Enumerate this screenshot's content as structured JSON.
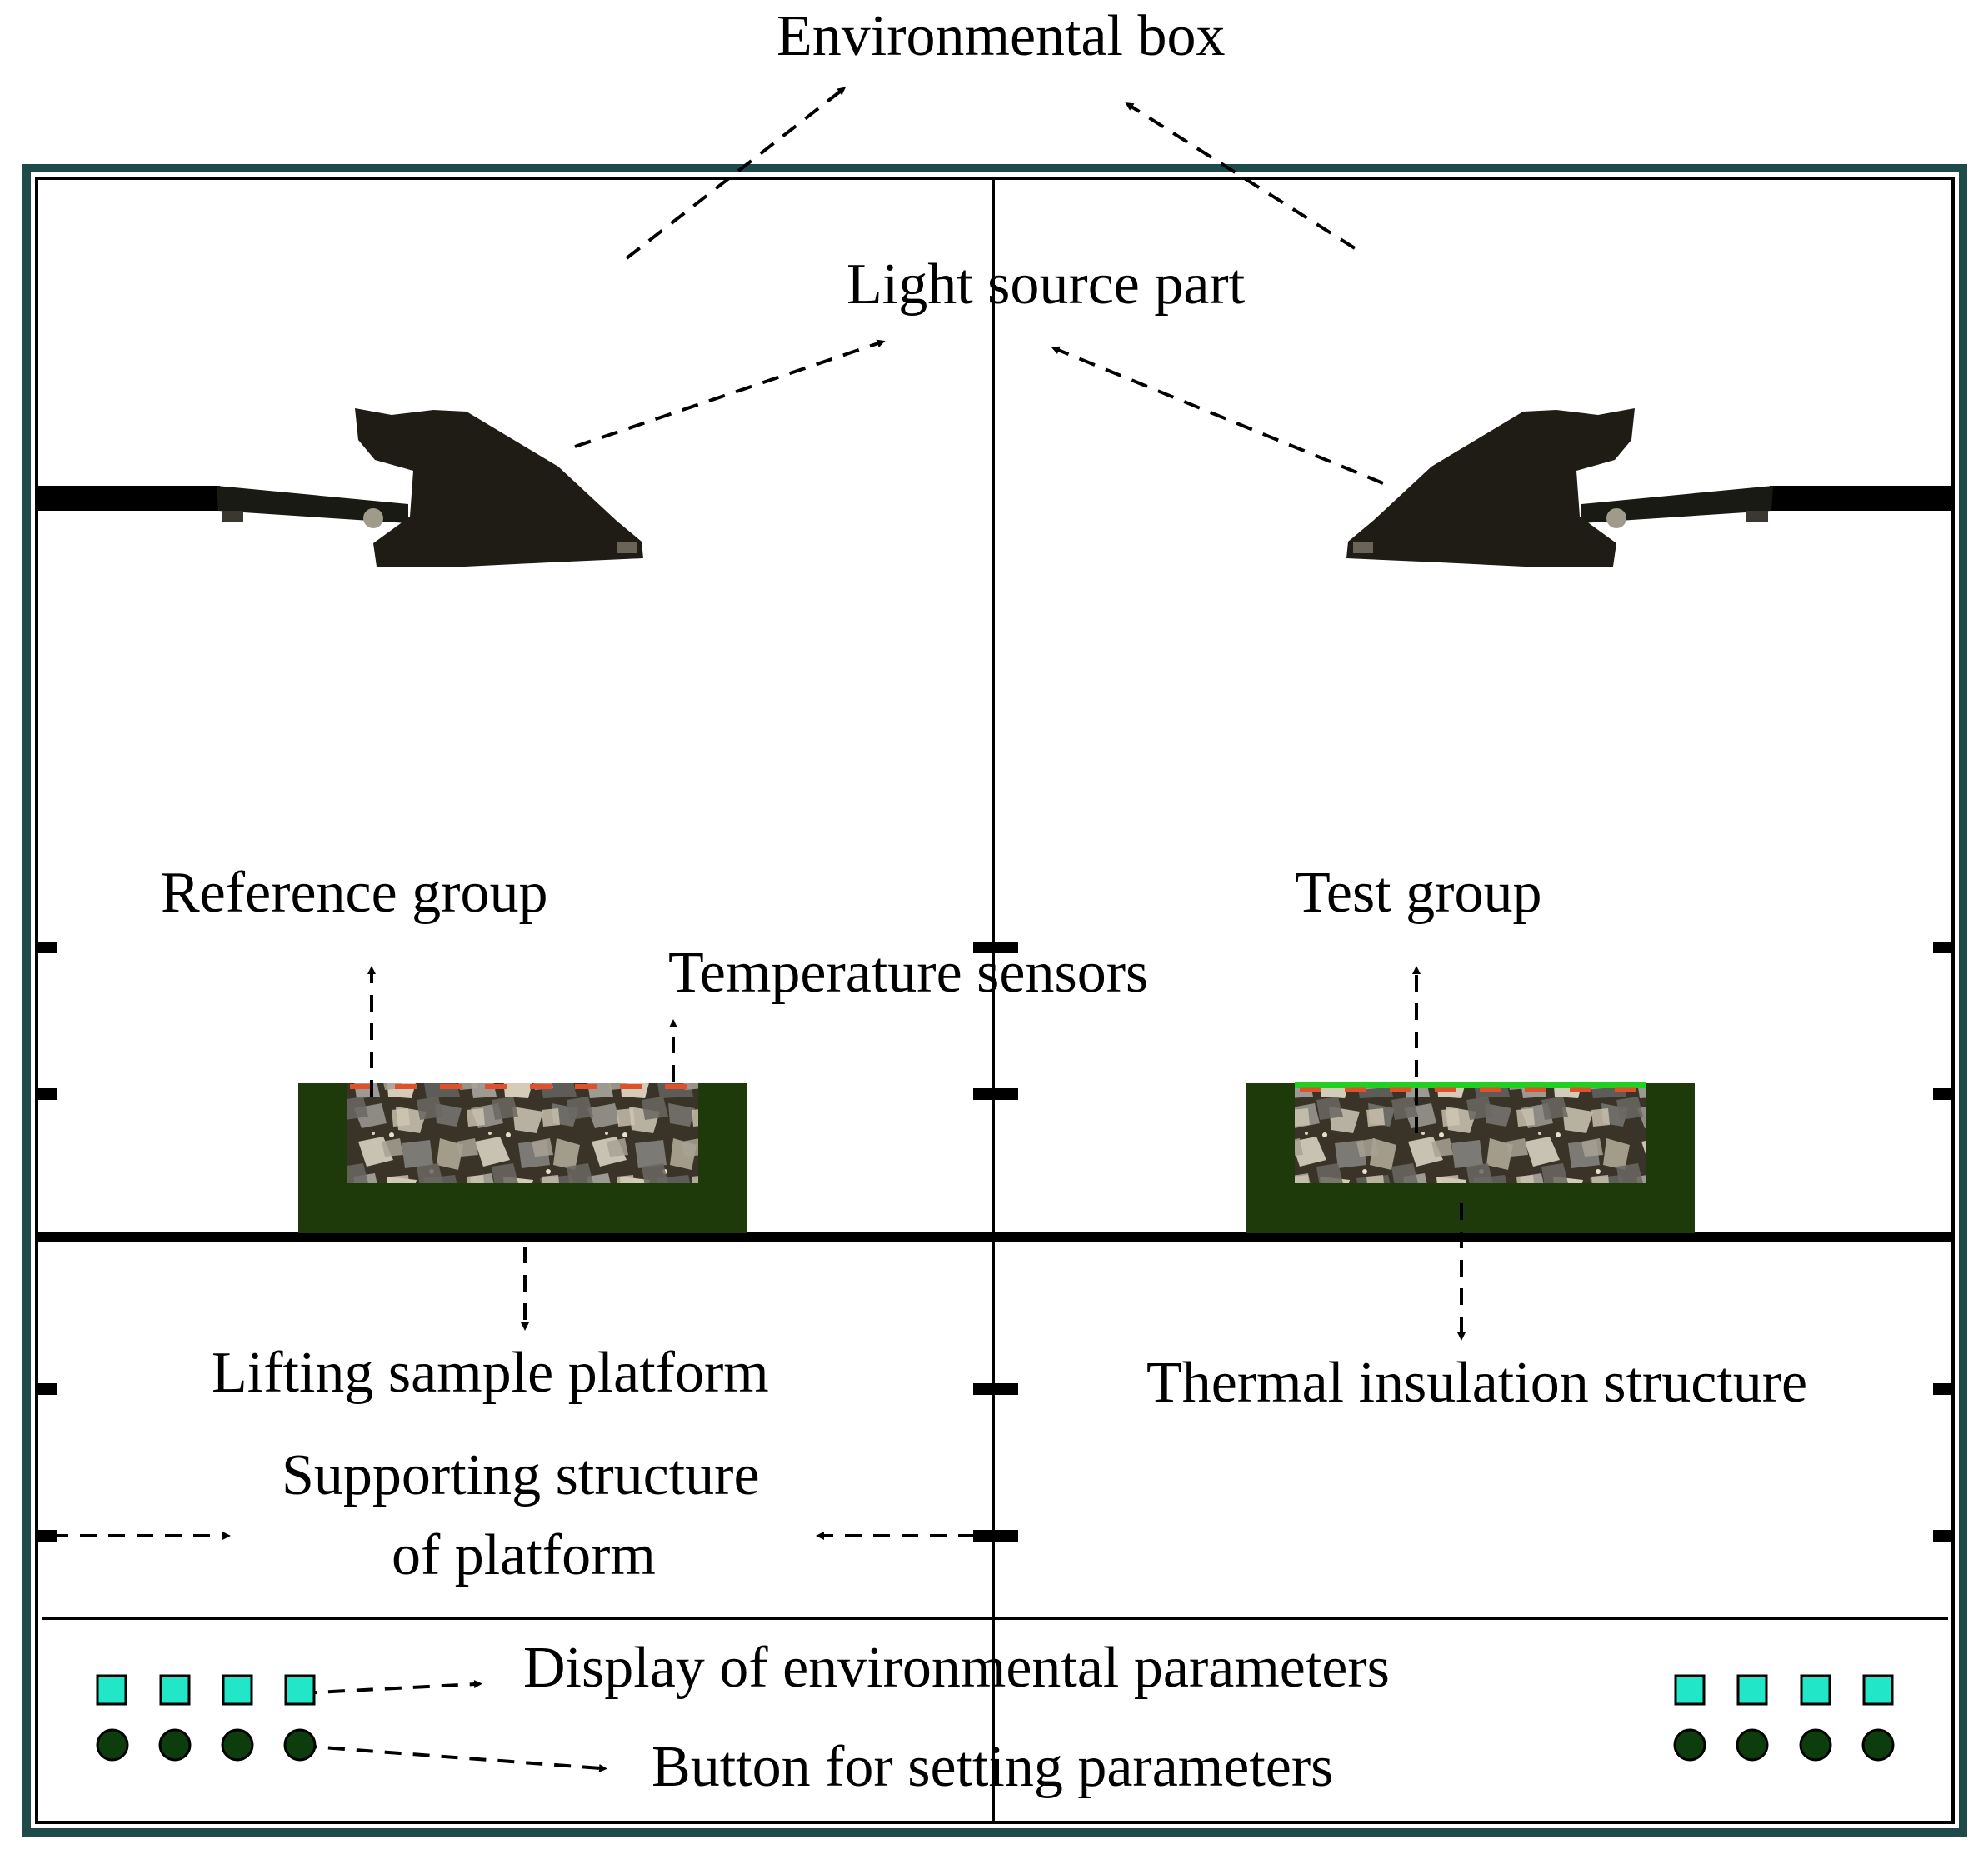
{
  "labels": {
    "environmental_box": "Environmental box",
    "light_source_part": "Light source part",
    "reference_group": "Reference group",
    "test_group": "Test group",
    "temperature_sensors": "Temperature sensors",
    "lifting_sample_platform": "Lifting sample platform",
    "thermal_insulation_structure": "Thermal insulation structure",
    "supporting_structure_line1": "Supporting structure",
    "supporting_structure_line2": "of platform",
    "display_of_environmental_parameters": "Display of environmental parameters",
    "button_for_setting_parameters": "Button for setting parameters"
  },
  "colors": {
    "box_frame": "#1e4a4a",
    "container": "#1f3a0a",
    "display": "#22e6c8",
    "button": "#0d3d0d",
    "sensor": "#e0502a",
    "insulation_layer": "#22d022",
    "lamp": "#1e1c14"
  },
  "panel": {
    "display_count_per_side": 4,
    "button_count_per_side": 4
  }
}
